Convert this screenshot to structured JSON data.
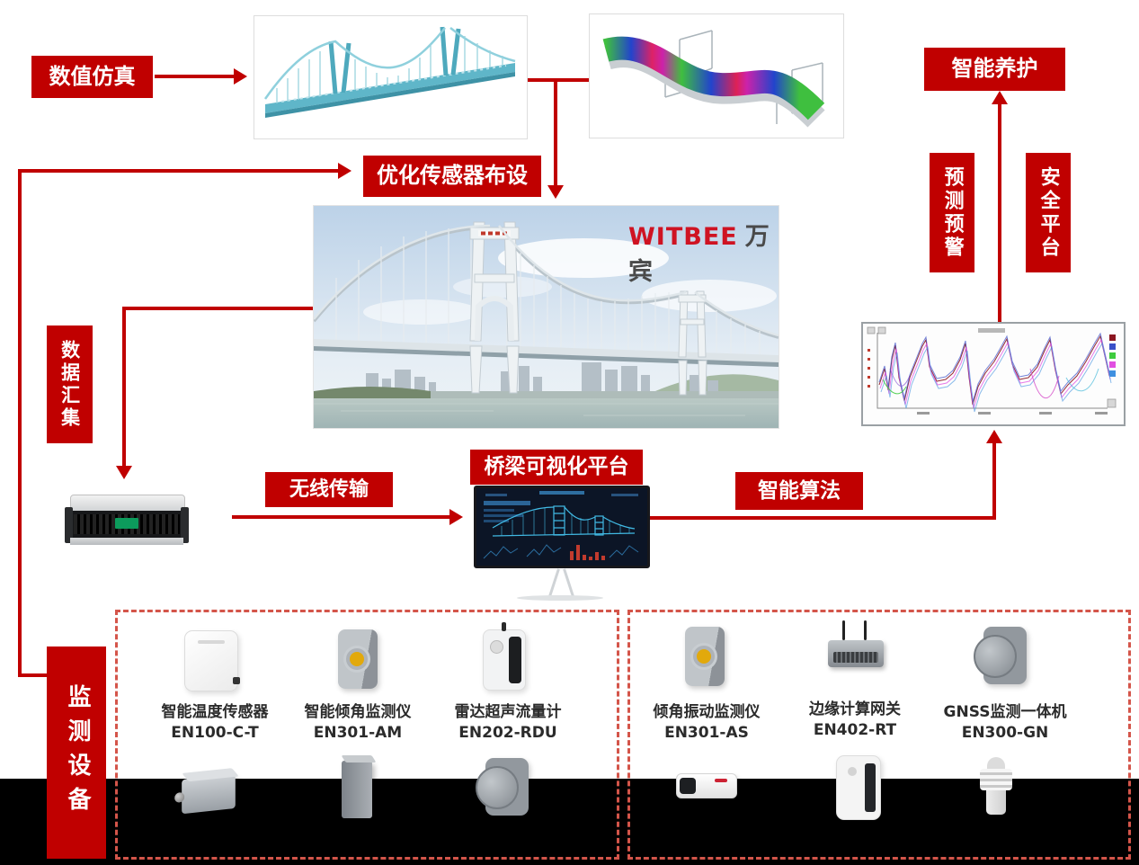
{
  "boxes": {
    "numerical_simulation": "数值仿真",
    "optimize_sensor_layout": "优化传感器布设",
    "intelligent_maintenance": "智能养护",
    "prediction_warning": "预测预警",
    "safety_platform": "安全平台",
    "data_aggregation": "数据汇集",
    "wireless_transmission": "无线传输",
    "bridge_visualization_platform": "桥梁可视化平台",
    "intelligent_algorithm": "智能算法",
    "monitoring_devices": "监测设备"
  },
  "watermark": {
    "brand_en": "WITBEE",
    "brand_cn": "万宾"
  },
  "device_groups": [
    [
      {
        "name": "智能温度传感器",
        "model": "EN100-C-T"
      },
      {
        "name": "智能倾角监测仪",
        "model": "EN301-AM"
      },
      {
        "name": "雷达超声流量计",
        "model": "EN202-RDU"
      }
    ],
    [
      {
        "name": "倾角振动监测仪",
        "model": "EN301-AS"
      },
      {
        "name": "边缘计算网关",
        "model": "EN402-RT"
      },
      {
        "name": "GNSS监测一体机",
        "model": "EN300-GN"
      }
    ]
  ],
  "colors": {
    "accent_red": "#c00000",
    "dashed_border": "#d4554a",
    "witbee_red": "#cf1322",
    "black_band": "#000000"
  },
  "result_chart": {
    "type": "line",
    "legend_colors": [
      "#8b1520",
      "#3a50c8",
      "#3ecb3e",
      "#e14fe1",
      "#3f8fe0"
    ]
  }
}
